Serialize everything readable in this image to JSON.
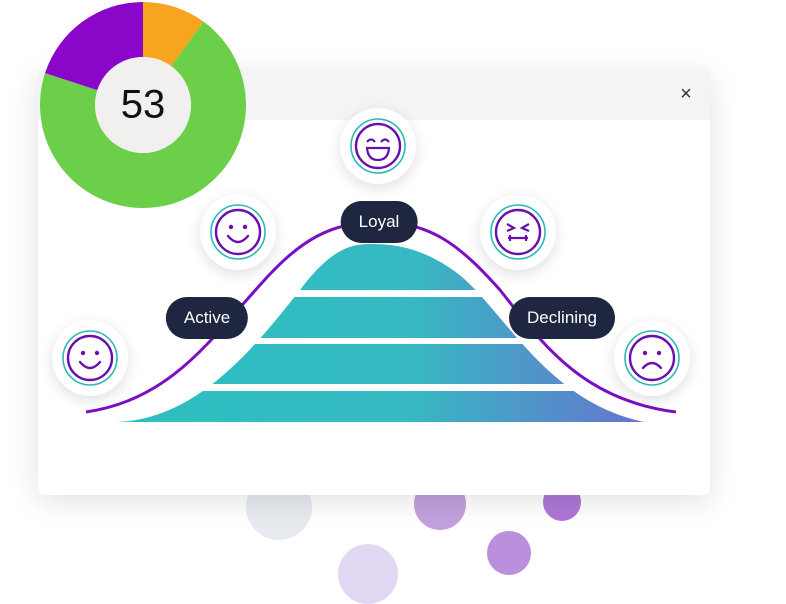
{
  "score": {
    "value": "53"
  },
  "donut": {
    "segments": [
      {
        "color": "#6ccf4a",
        "fraction": 0.7
      },
      {
        "color": "#8a07c9",
        "fraction": 0.2
      },
      {
        "color": "#f7a41e",
        "fraction": 0.1
      }
    ],
    "center_color": "#f2efef"
  },
  "window": {
    "close_label": "×"
  },
  "labels": {
    "active": "Active",
    "loyal": "Loyal",
    "declining": "Declining"
  },
  "faces": [
    {
      "name": "smile-face-icon"
    },
    {
      "name": "smile-face-icon"
    },
    {
      "name": "grin-face-icon"
    },
    {
      "name": "squint-face-icon"
    },
    {
      "name": "frown-face-icon"
    }
  ],
  "colors": {
    "curve": "#7a0fc4",
    "teal": "#2cc0c0",
    "blue": "#6a6fd0",
    "pill": "#1e2640"
  }
}
